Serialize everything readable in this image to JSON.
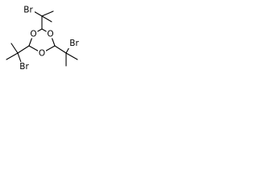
{
  "molecule": {
    "ring_atoms": {
      "o_top_left": "O",
      "o_top_right": "O",
      "o_bottom": "O"
    },
    "substituent_atoms": {
      "br_top": "Br",
      "br_right": "Br",
      "br_left": "Br"
    }
  }
}
